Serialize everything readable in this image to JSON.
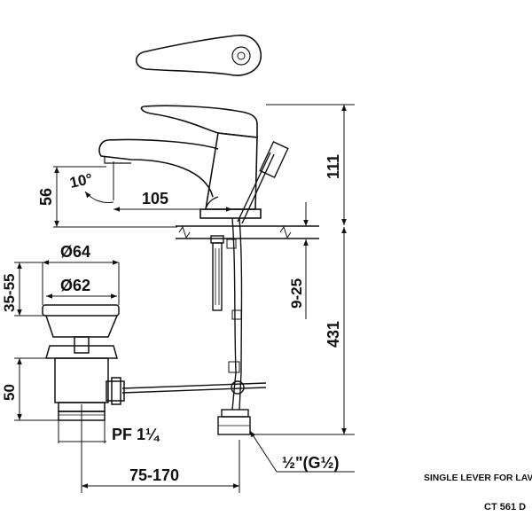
{
  "dimensions": {
    "spout_angle": "10°",
    "spout_height": "56",
    "spout_reach": "105",
    "total_height_top": "111",
    "total_height_long": "431",
    "deck_thickness": "9-25",
    "waste_outer_dia": "Ø64",
    "waste_inner_dia": "Ø62",
    "waste_flange_range": "35-55",
    "waste_body": "50",
    "waste_thread": "PF 1¼",
    "rod_reach": "75-170",
    "inlet_thread": "½\"(G½)"
  },
  "caption": {
    "product_name": "SINGLE LEVER FOR LAVA",
    "model_code": "CT 561 D"
  }
}
